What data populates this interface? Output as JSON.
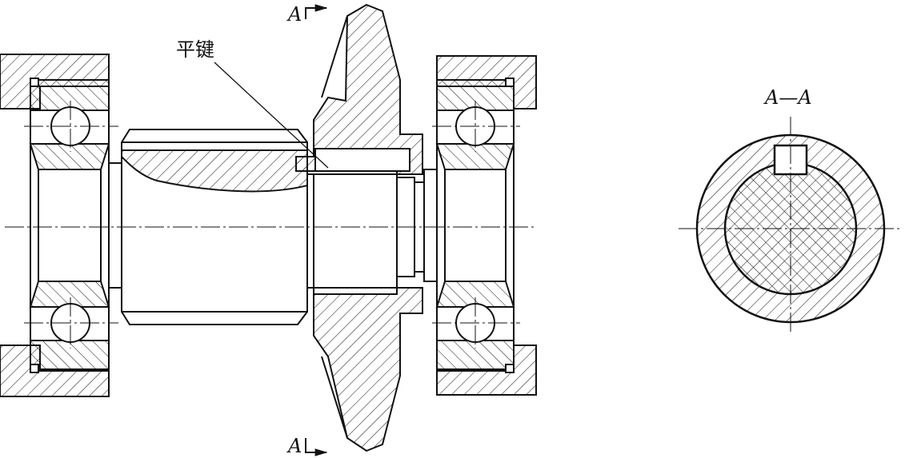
{
  "labels": {
    "flat_key": "平键",
    "section_top": "A",
    "section_bottom": "A",
    "section_view_title": "A—A"
  },
  "colors": {
    "line": "#111111",
    "background": "#ffffff"
  }
}
